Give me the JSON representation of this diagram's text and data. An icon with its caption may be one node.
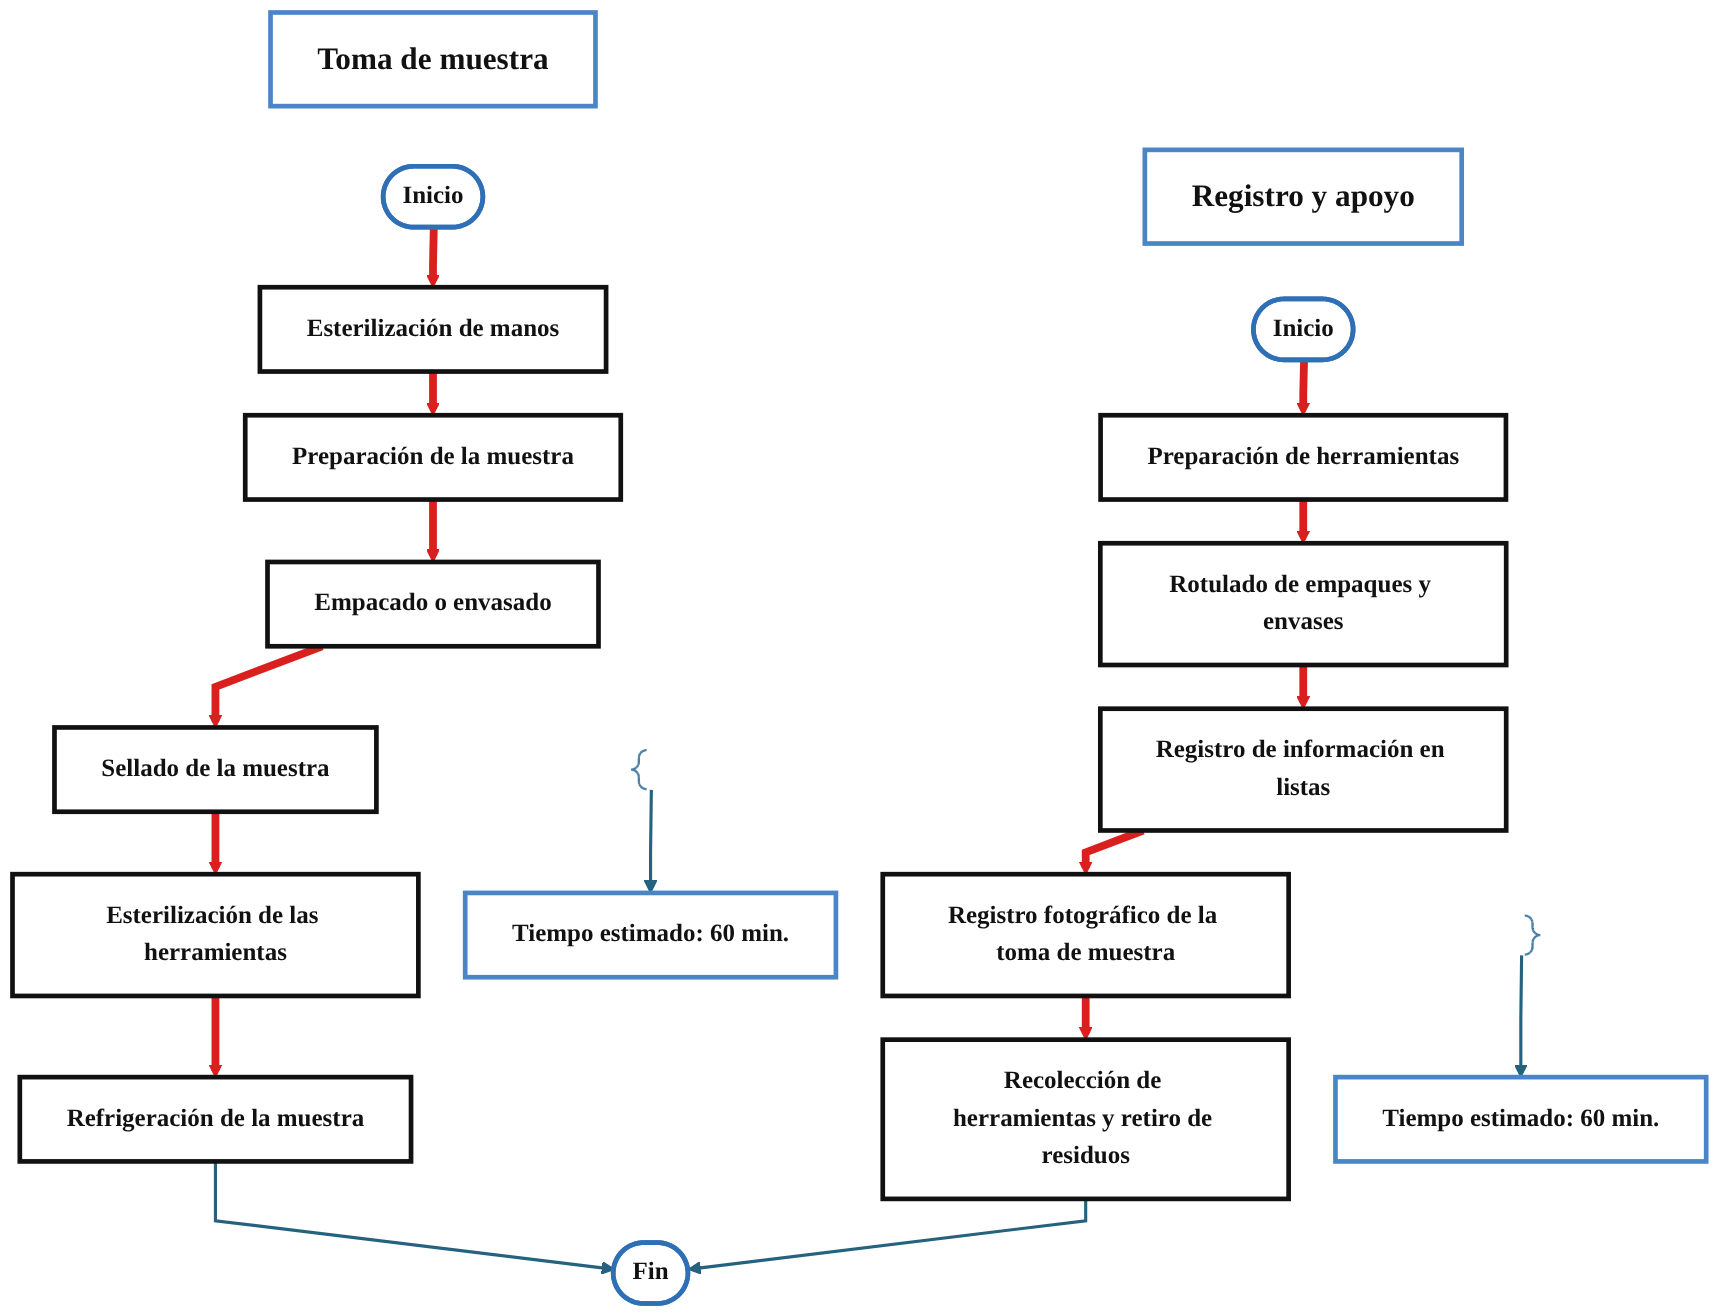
{
  "diagram": {
    "nodes": [
      {
        "text": [
          "Toma de muestra"
        ]
      },
      {
        "text": [
          "Inicio"
        ]
      },
      {
        "text": [
          "Esterilización de manos"
        ]
      },
      {
        "text": [
          "Preparación de la muestra"
        ]
      },
      {
        "text": [
          "Empacado o envasado"
        ]
      },
      {
        "text": [
          "Sellado de la muestra"
        ]
      },
      {
        "text": [
          "Esterilización de las herramientas"
        ]
      },
      {
        "text": [
          "Refrigeración de la muestra"
        ]
      },
      {
        "text": [
          "Registro y apoyo"
        ]
      },
      {
        "text": [
          "Inicio"
        ]
      },
      {
        "text": [
          "Preparación de herramientas"
        ]
      },
      {
        "text": [
          "Rotulado de empaques y envases"
        ]
      },
      {
        "text": [
          "Registro de información en listas"
        ]
      },
      {
        "text": [
          "Registro fotográfico de la toma de muestra"
        ]
      },
      {
        "text": [
          "Recolección de herramientas y retiro de residuos"
        ]
      },
      {
        "text": [
          "Fin"
        ]
      },
      {
        "text": [],
        "shape": "bracket"
      },
      {
        "text": [],
        "shape": "bracket"
      },
      {
        "text": [
          "Tiempo estimado: 60 min."
        ]
      },
      {
        "text": [
          "Tiempo estimado: 60 min."
        ]
      }
    ],
    "edges": [
      {
        "from": 1,
        "to": 2,
        "arrow": "to"
      },
      {
        "from": 2,
        "to": 3,
        "arrow": "to"
      },
      {
        "from": 3,
        "to": 4,
        "arrow": "to"
      },
      {
        "from": 4,
        "to": 5,
        "arrow": "to"
      },
      {
        "from": 5,
        "to": 6,
        "arrow": "to"
      },
      {
        "from": 6,
        "to": 7,
        "arrow": "to"
      },
      {
        "from": 9,
        "to": 10,
        "arrow": "to"
      },
      {
        "from": 10,
        "to": 11,
        "arrow": "to"
      },
      {
        "from": 11,
        "to": 12,
        "arrow": "to"
      },
      {
        "from": 12,
        "to": 13,
        "arrow": "to"
      },
      {
        "from": 13,
        "to": 14,
        "arrow": "to"
      },
      {
        "from": 7,
        "to": 15,
        "arrow": "to",
        "color": "#24627f"
      },
      {
        "from": 14,
        "to": 15,
        "arrow": "to",
        "color": "#24627f"
      },
      {
        "from": 16,
        "to": 18,
        "arrow": "to",
        "color": "#24627f"
      },
      {
        "from": 17,
        "to": 19,
        "arrow": "to",
        "color": "#24627f"
      }
    ]
  }
}
